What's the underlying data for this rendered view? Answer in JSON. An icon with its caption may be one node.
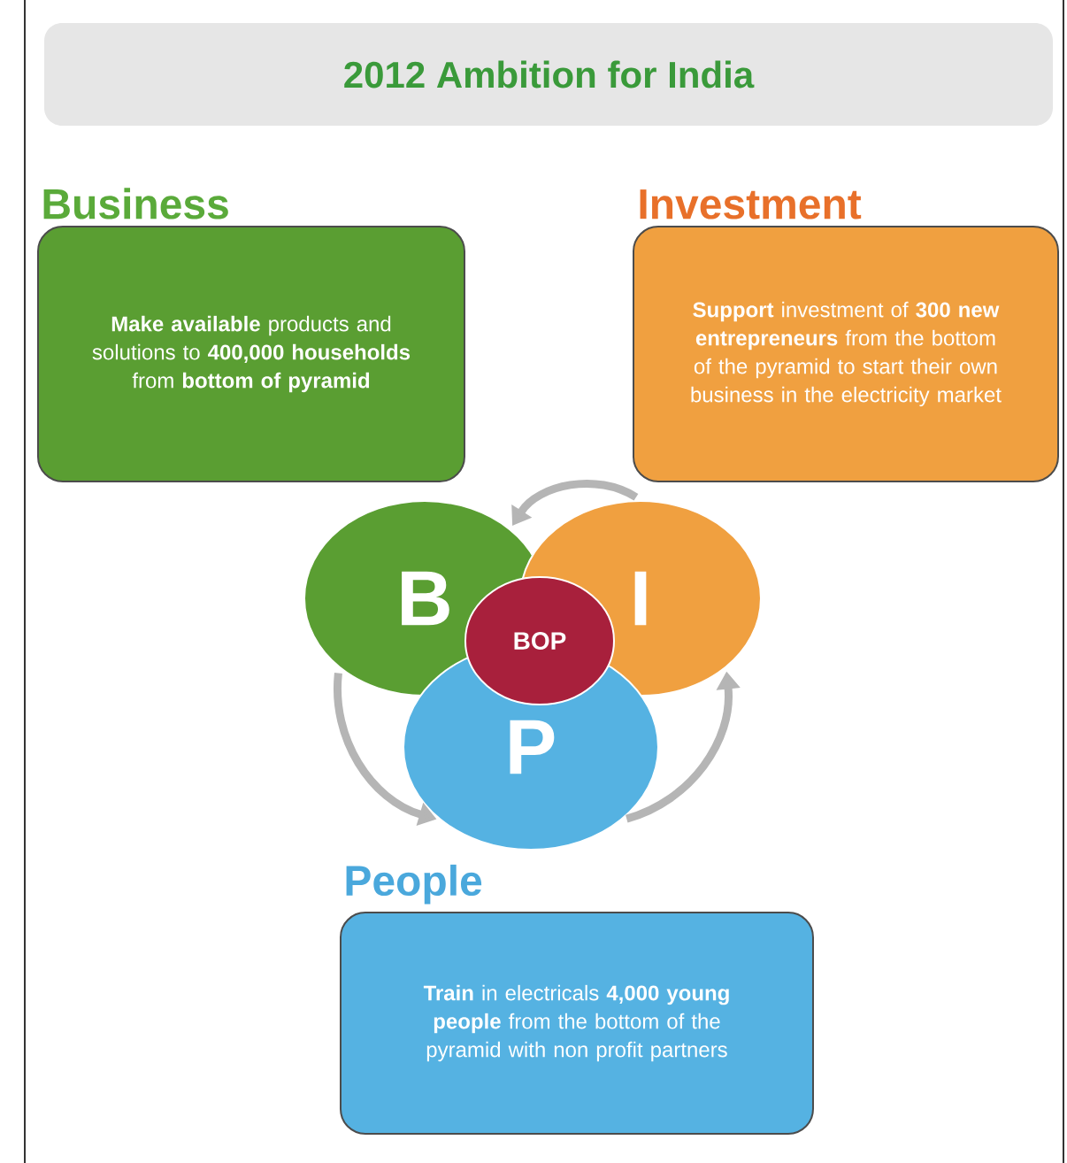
{
  "diagram": {
    "title": "2012 Ambition for India",
    "nodes": [
      {
        "text": [
          "Business",
          "**Make available** products and solutions to **400,000 households** from **bottom of pyramid**"
        ]
      },
      {
        "text": [
          "Investment",
          "**Support** investment of **300 new entrepreneurs** from the bottom of the pyramid to start their own business in the electricity market"
        ]
      },
      {
        "text": [
          "B"
        ]
      },
      {
        "text": [
          "I"
        ]
      },
      {
        "text": [
          "BOP"
        ]
      },
      {
        "text": [
          "P"
        ]
      },
      {
        "text": [
          "People",
          "**Train** in electricals **4,000 young people** from the bottom of the pyramid with non profit partners"
        ]
      }
    ],
    "edges": [
      {
        "from": 3,
        "to": 2,
        "arrow": "to"
      },
      {
        "from": 2,
        "to": 5,
        "arrow": "to"
      },
      {
        "from": 5,
        "to": 3,
        "arrow": "to"
      }
    ]
  }
}
